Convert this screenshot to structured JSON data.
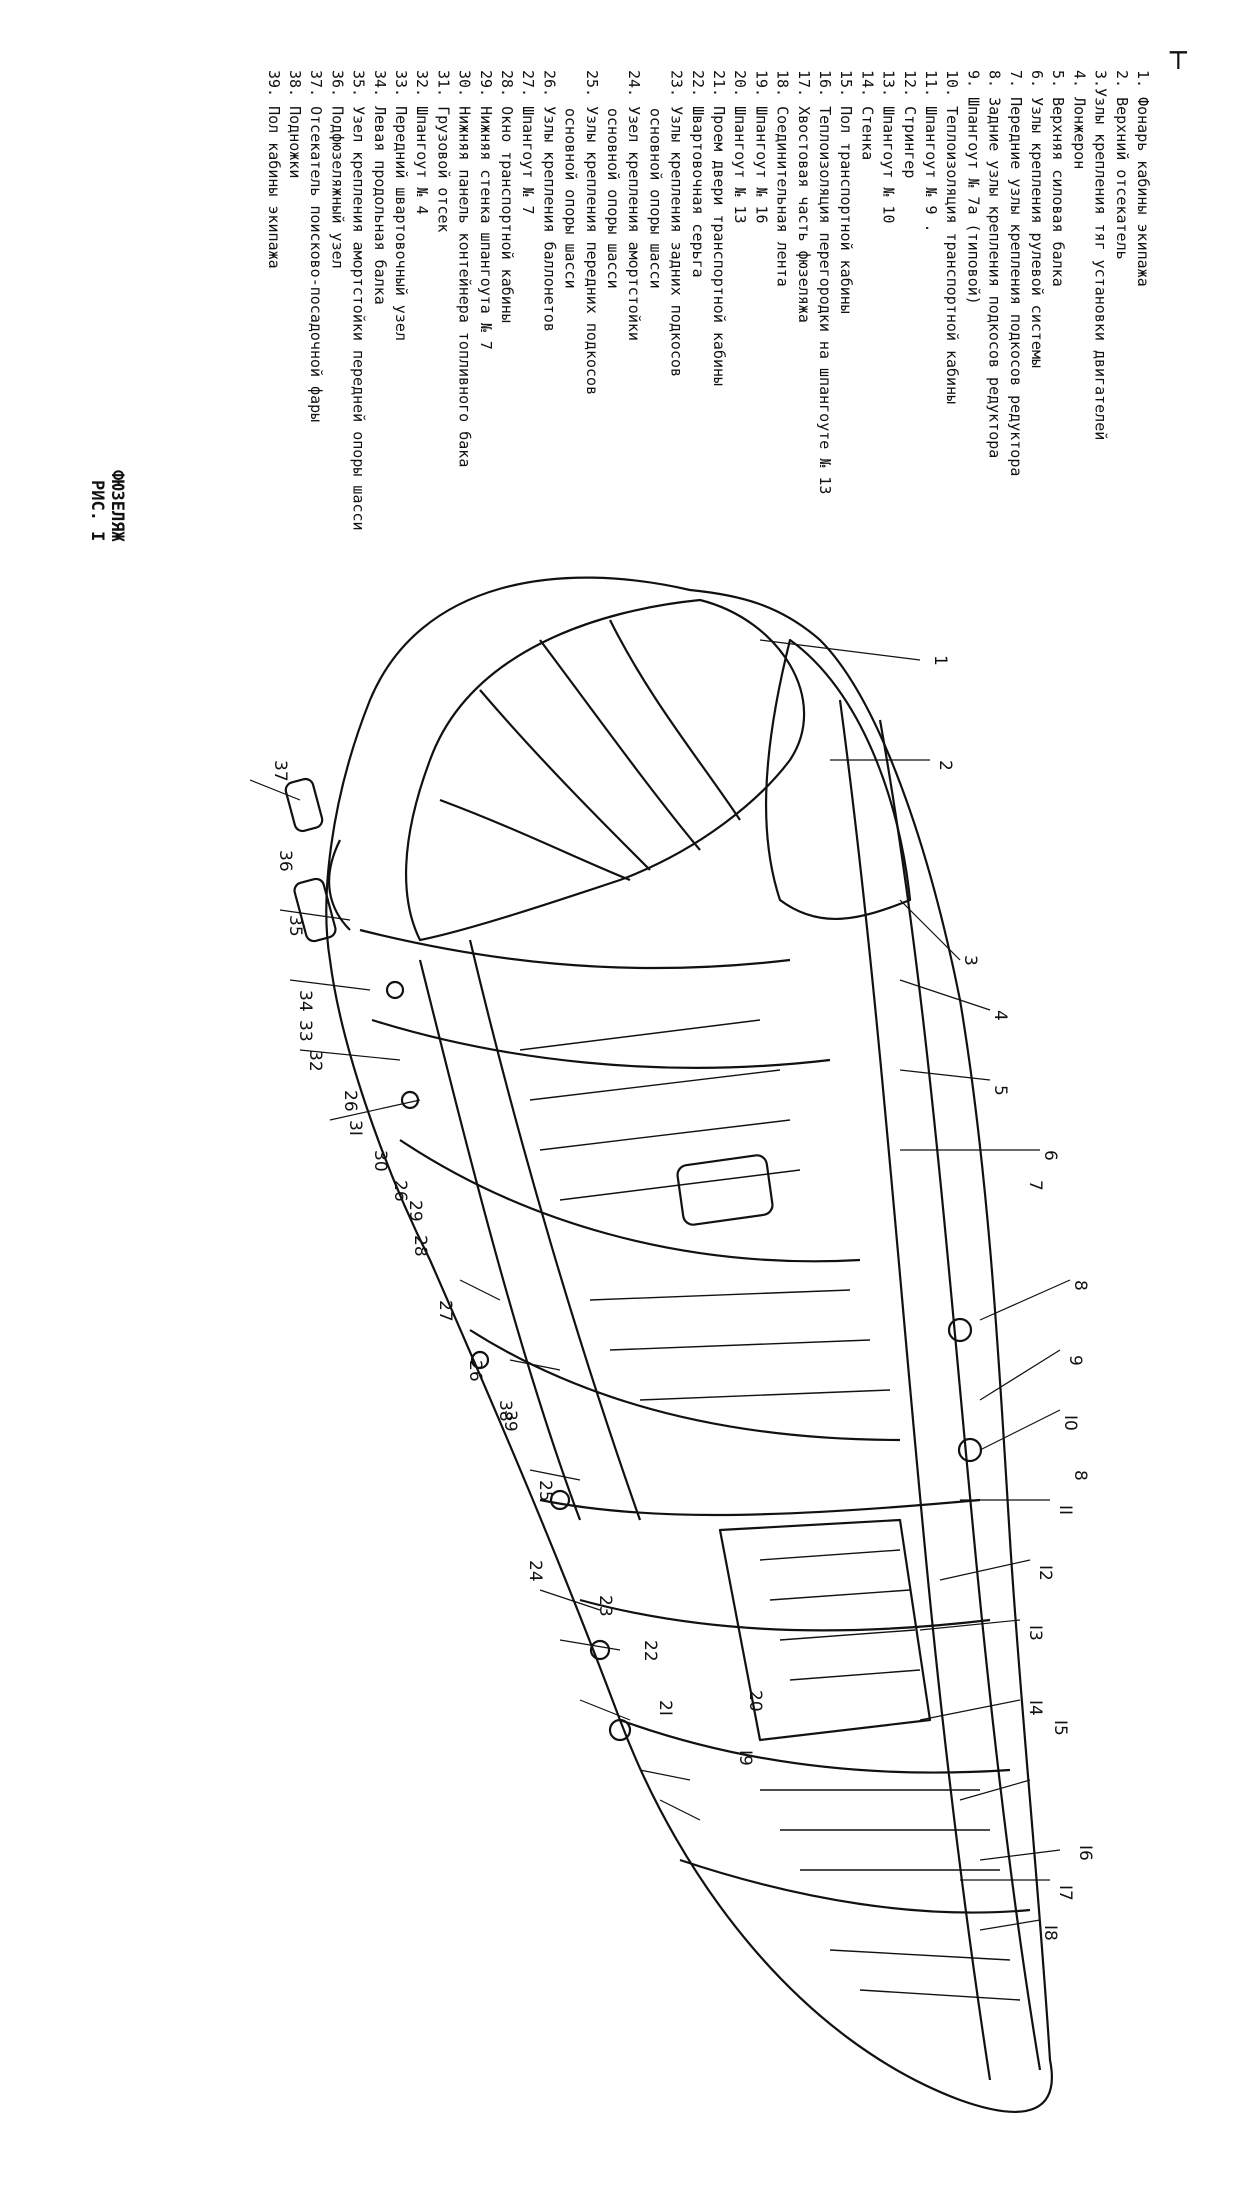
{
  "top_mark": "┬",
  "legend": [
    "1. Фонарь кабины экипажа",
    "2. Верхний отсекатель",
    "3.Узлы крепления тяг установки двигателей",
    "4. Лонжерон",
    "5. Верхняя силовая балка",
    "6. Узлы крепления рулевой системы",
    "7. Передние узлы крепления подкосов редуктора",
    "8. Задние узлы крепления подкосов редуктора",
    "9. Шпангоут № 7а (типовой)",
    "10. Теплоизоляция транспортной кабины",
    "11. Шпангоут № 9 .",
    "12. Стрингер",
    "13. Шпангоут № 10",
    "14. Стенка",
    "15. Пол транспортной кабины",
    "16. Теплоизоляция перегородки на шпангоуте № 13",
    "17. Хвостовая часть фюзеляжа",
    "18. Соединительная лента",
    "19. Шпангоут № 16",
    "20. Шпангоут № 13",
    "21. Проем двери транспортной кабины",
    "22. Швартовочная серьга",
    "23. Узлы крепления задних подкосов",
    "основной опоры шасси",
    "24. Узел крепления амортстойки",
    "основной опоры шасси",
    "25. Узлы крепления передних подкосов",
    "основной опоры шасси",
    "26. Узлы крепления баллонетов",
    "27. Шпангоут № 7",
    "28. Окно транспортной кабины",
    "29. Нижняя стенка шпангоута № 7",
    "30. Нижняя панель контейнера топливного бака",
    "31. Грузовой отсек",
    "32. Шпангоут № 4",
    "33. Передний швартовочный узел",
    "34. Левая продольная балка",
    "35. Узел крепления амортстойки передней опоры шасси",
    "36. Подфюзеляжный узел",
    "37. Отсекатель поисково-посадочной фары",
    "38. Подножки",
    "39. Пол кабины экипажа"
  ],
  "caption": {
    "title": "ФЮЗЕЛЯЖ",
    "figure": "РИС. I"
  },
  "callouts": [
    "1",
    "2",
    "3",
    "4",
    "5",
    "6",
    "7",
    "8",
    "9",
    "I0",
    "8",
    "II",
    "I2",
    "I3",
    "I4",
    "I5",
    "I6",
    "I7",
    "I8",
    "I9",
    "20",
    "2I",
    "22",
    "23",
    "24",
    "25",
    "26",
    "27",
    "28",
    "29",
    "26",
    "30",
    "3I",
    "26",
    "32",
    "33",
    "34",
    "35",
    "36",
    "37",
    "38",
    "39"
  ]
}
